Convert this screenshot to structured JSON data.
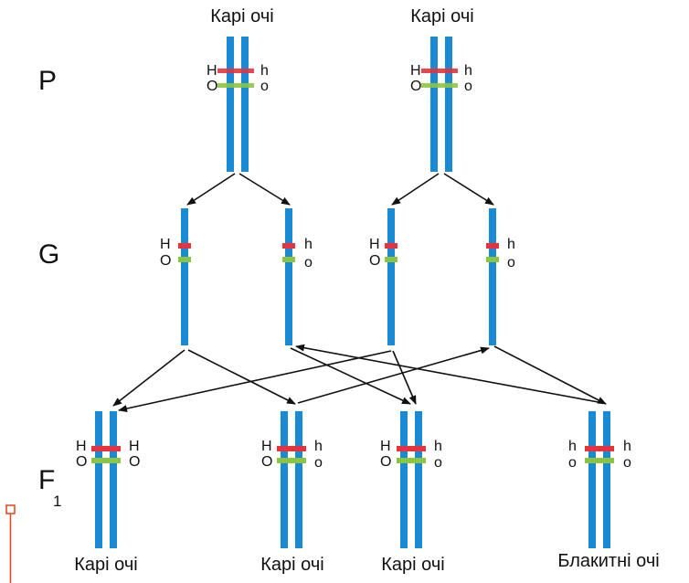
{
  "generations": {
    "p": "P",
    "g": "G",
    "f": "F",
    "f_sub": "1"
  },
  "parents": [
    {
      "phenotype": "Карі очі",
      "left_alleles": [
        "H",
        "O"
      ],
      "right_alleles": [
        "h",
        "o"
      ]
    },
    {
      "phenotype": "Карі очі",
      "left_alleles": [
        "H",
        "O"
      ],
      "right_alleles": [
        "h",
        "o"
      ]
    }
  ],
  "gametes": [
    {
      "alleles": [
        "H",
        "O"
      ],
      "label_side": "left"
    },
    {
      "alleles": [
        "h",
        "o"
      ],
      "label_side": "right"
    },
    {
      "alleles": [
        "H",
        "O"
      ],
      "label_side": "left"
    },
    {
      "alleles": [
        "h",
        "o"
      ],
      "label_side": "right"
    }
  ],
  "offspring": [
    {
      "phenotype": "Карі очі",
      "left_alleles": [
        "H",
        "O"
      ],
      "right_alleles": [
        "H",
        "O"
      ]
    },
    {
      "phenotype": "Карі очі",
      "left_alleles": [
        "H",
        "O"
      ],
      "right_alleles": [
        "h",
        "o"
      ]
    },
    {
      "phenotype": "Карі очі",
      "left_alleles": [
        "H",
        "O"
      ],
      "right_alleles": [
        "h",
        "o"
      ]
    },
    {
      "phenotype": "Блакитні очі",
      "left_alleles": [
        "h",
        "o"
      ],
      "right_alleles": [
        "h",
        "o"
      ]
    }
  ],
  "colors": {
    "chromosome": "#1a8ad4",
    "locus_h": "#e8323c",
    "locus_o": "#8cc63f",
    "arrow": "#111111",
    "marker": "#e8401c"
  }
}
